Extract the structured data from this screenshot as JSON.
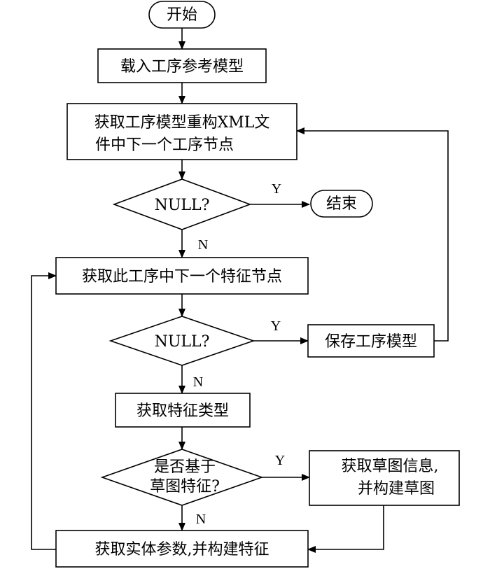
{
  "nodes": {
    "start": "开始",
    "load_model": "载入工序参考模型",
    "get_process_node_line1": "获取工序模型重构XML文",
    "get_process_node_line2": "件中下一个工序节点",
    "null_check_1": "NULL?",
    "end": "结束",
    "get_feature_node": "获取此工序中下一个特征节点",
    "null_check_2": "NULL?",
    "save_model": "保存工序模型",
    "get_feature_type": "获取特征类型",
    "sketch_check_line1": "是否基于",
    "sketch_check_line2": "草图特征?",
    "get_sketch_line1": "获取草图信息,",
    "get_sketch_line2": "并构建草图",
    "build_feature": "获取实体参数,并构建特征"
  },
  "edge_labels": {
    "yes_1": "Y",
    "no_1": "N",
    "yes_2": "Y",
    "no_2": "N",
    "yes_3": "Y",
    "no_3": "N"
  }
}
